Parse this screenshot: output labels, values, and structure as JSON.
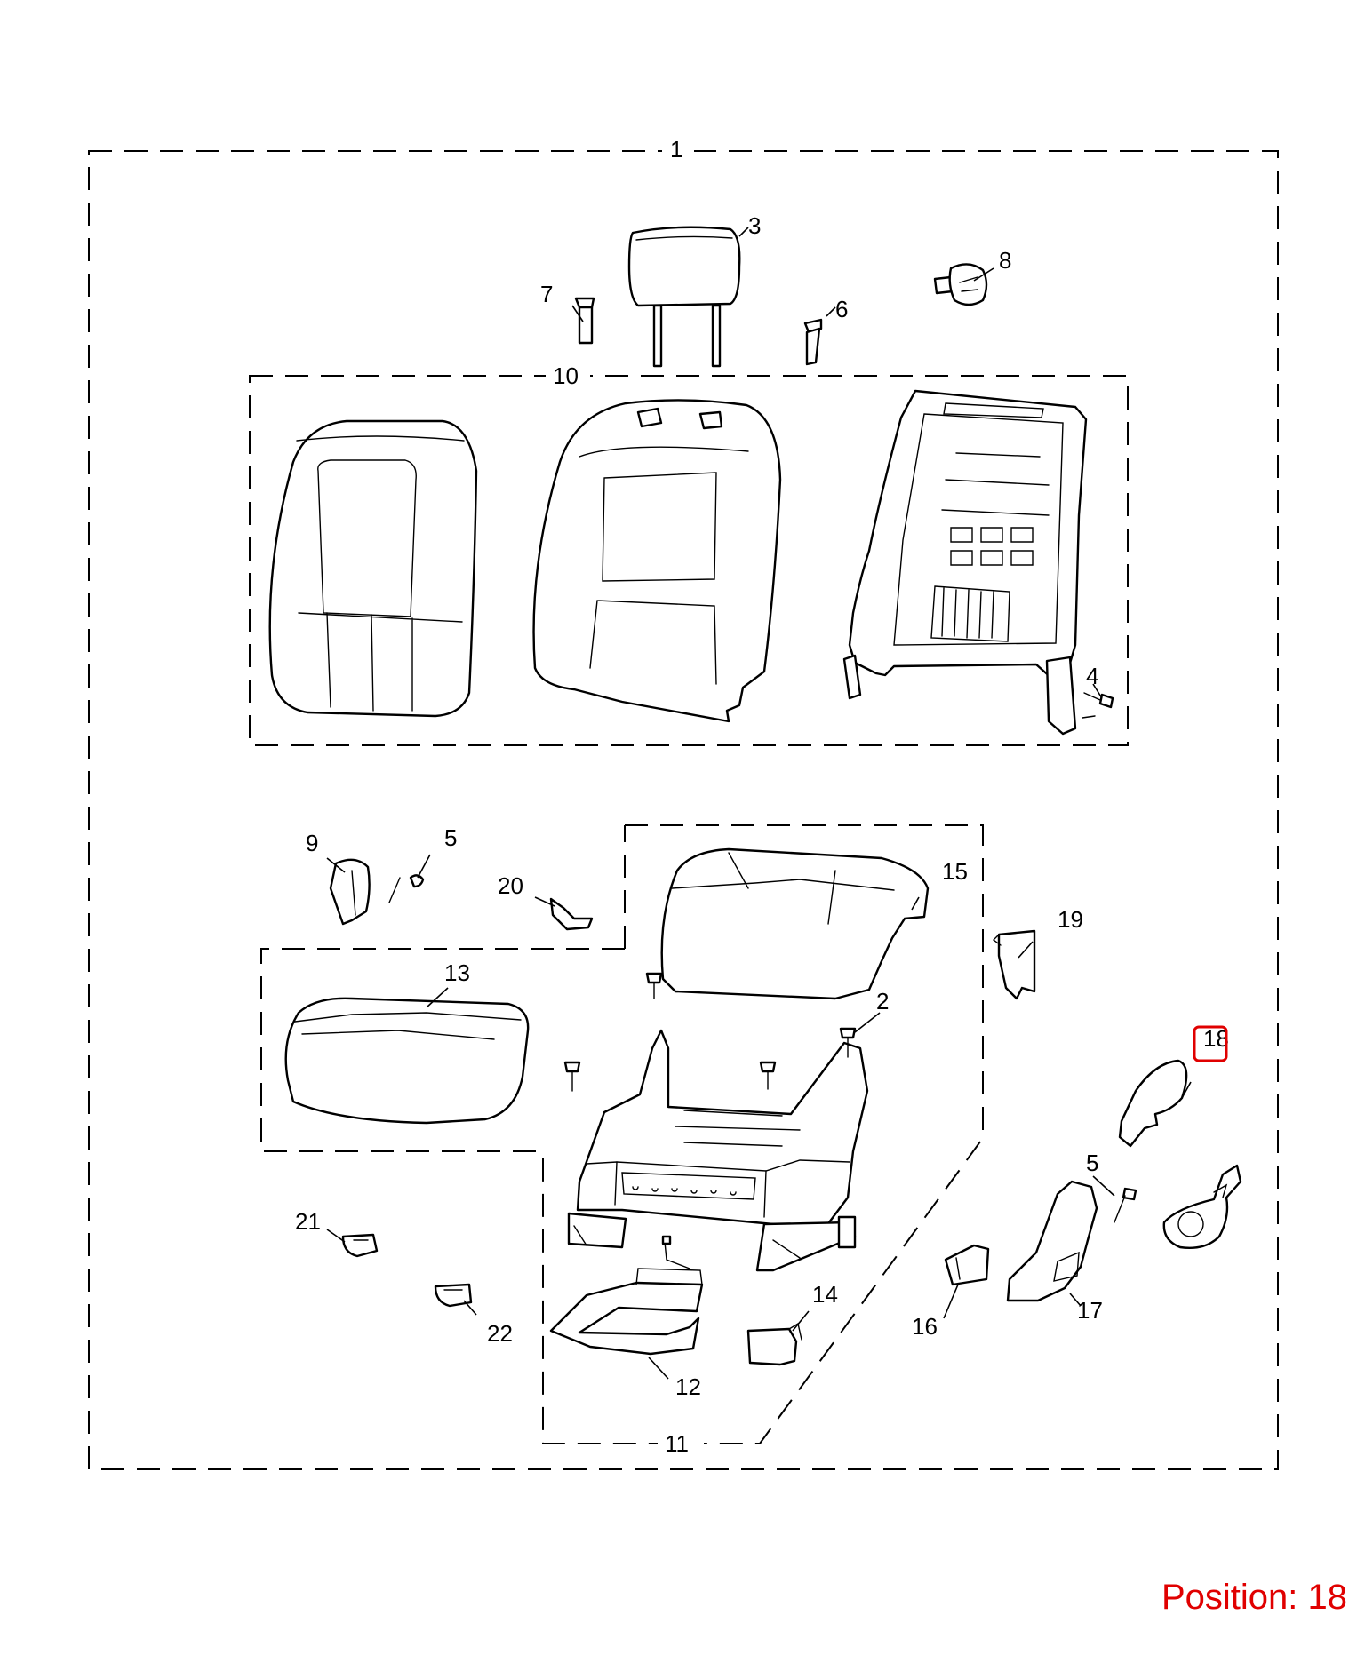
{
  "callouts": {
    "c1": "1",
    "c2": "2",
    "c3": "3",
    "c4": "4",
    "c5a": "5",
    "c5b": "5",
    "c6": "6",
    "c7": "7",
    "c8": "8",
    "c9": "9",
    "c10": "10",
    "c11": "11",
    "c12": "12",
    "c13": "13",
    "c14": "14",
    "c15": "15",
    "c16": "16",
    "c17": "17",
    "c18": "18",
    "c19": "19",
    "c20": "20",
    "c21": "21",
    "c22": "22"
  },
  "highlight": {
    "callout": "18",
    "color": "#e00000"
  },
  "caption": {
    "text": "Position: 18",
    "color": "#e00000"
  }
}
